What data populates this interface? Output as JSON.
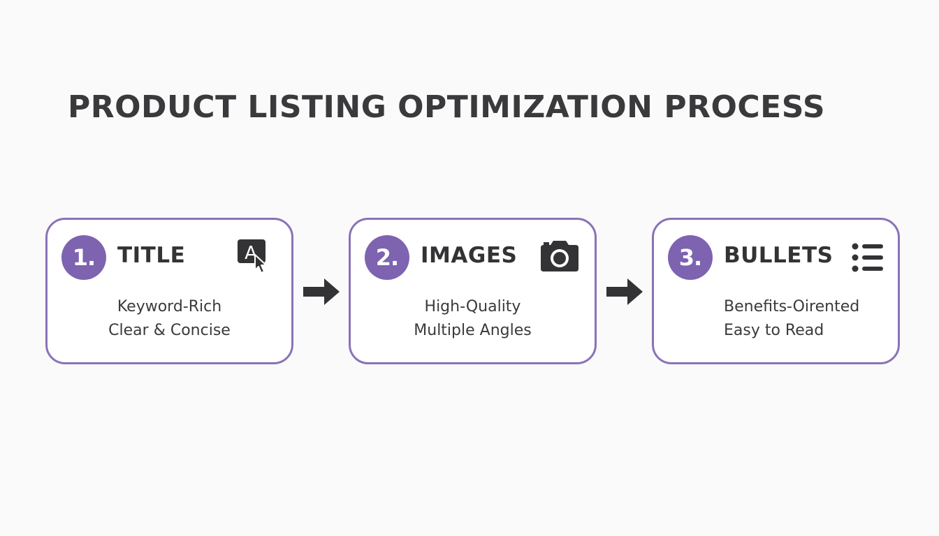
{
  "title": "PRODUCT LISTING OPTIMIZATION PROCESS",
  "colors": {
    "accent": "#7d63b0",
    "card_border": "#8a72b8",
    "text": "#333336",
    "background": "#fafafa",
    "icon": "#333336"
  },
  "steps": [
    {
      "number": "1.",
      "label": "TITLE",
      "icon": "text-cursor-icon",
      "lines": [
        "Keyword-Rich",
        "Clear & Concise"
      ]
    },
    {
      "number": "2.",
      "label": "IMAGES",
      "icon": "camera-icon",
      "lines": [
        "High-Quality",
        "Multiple Angles"
      ]
    },
    {
      "number": "3.",
      "label": "BULLETS",
      "icon": "list-icon",
      "lines": [
        "Benefits-Oirented",
        "Easy to Read"
      ]
    }
  ],
  "connectors": [
    "arrow-right",
    "arrow-right"
  ]
}
